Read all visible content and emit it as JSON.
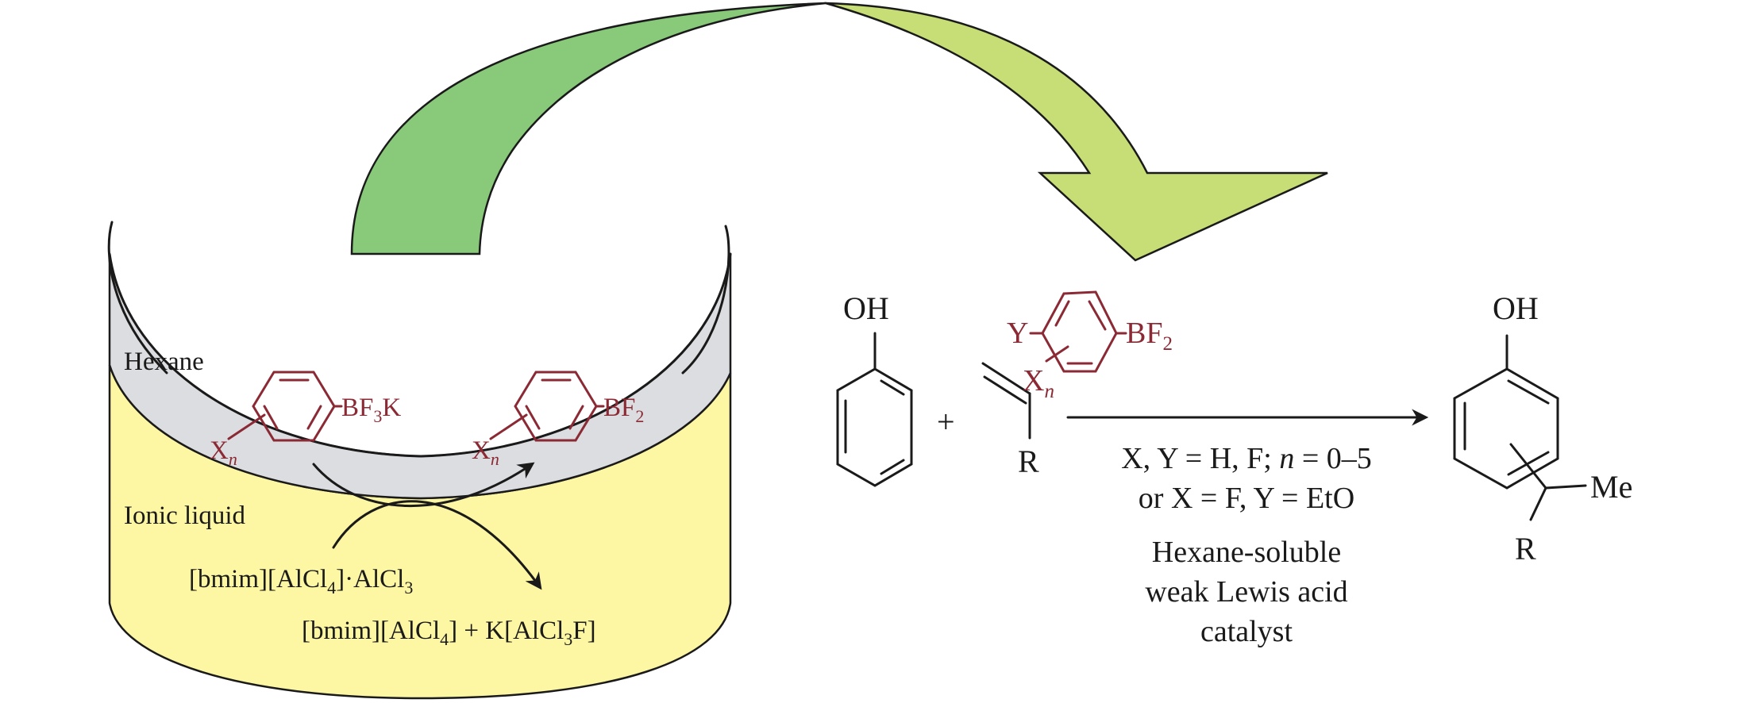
{
  "colors": {
    "arrow_up_green": "#88c97a",
    "arrow_down_lime": "#c7de76",
    "hexane_phase": "#dcdde0",
    "ionic_liquid_phase": "#fdf6a3",
    "catalyst_red": "#8b2a35",
    "ink": "#1a1a1a"
  },
  "vessel": {
    "hexane_label": "Hexane",
    "ionic_liquid_label": "Ionic liquid",
    "reactant_salt": {
      "ring_substituent": "X",
      "ring_subscript": "n",
      "group": "BF",
      "group_sub": "3",
      "group_tail": "K"
    },
    "product_borane": {
      "ring_substituent": "X",
      "ring_subscript": "n",
      "group": "BF",
      "group_sub": "2"
    },
    "il_reagent": {
      "p1": "[bmim][AlCl",
      "s1": "4",
      "p2": "]·AlCl",
      "s2": "3"
    },
    "il_products": {
      "p1": "[bmim][AlCl",
      "s1": "4",
      "p2": "] + K[AlCl",
      "s2": "3",
      "p3": "F]"
    }
  },
  "reaction": {
    "phenol_label": "OH",
    "plus": "+",
    "alkene_r": "R",
    "catalyst": {
      "y": "Y",
      "x": "X",
      "x_sub": "n",
      "group": "BF",
      "group_sub": "2"
    },
    "conditions_line1": {
      "a": "X, Y = H, F; ",
      "n": "n",
      "b": " = 0–5"
    },
    "conditions_line2": "or X = F, Y = EtO",
    "catalyst_desc": [
      "Hexane-soluble",
      "weak Lewis acid",
      "catalyst"
    ],
    "product": {
      "oh": "OH",
      "me": "Me",
      "r": "R"
    }
  }
}
